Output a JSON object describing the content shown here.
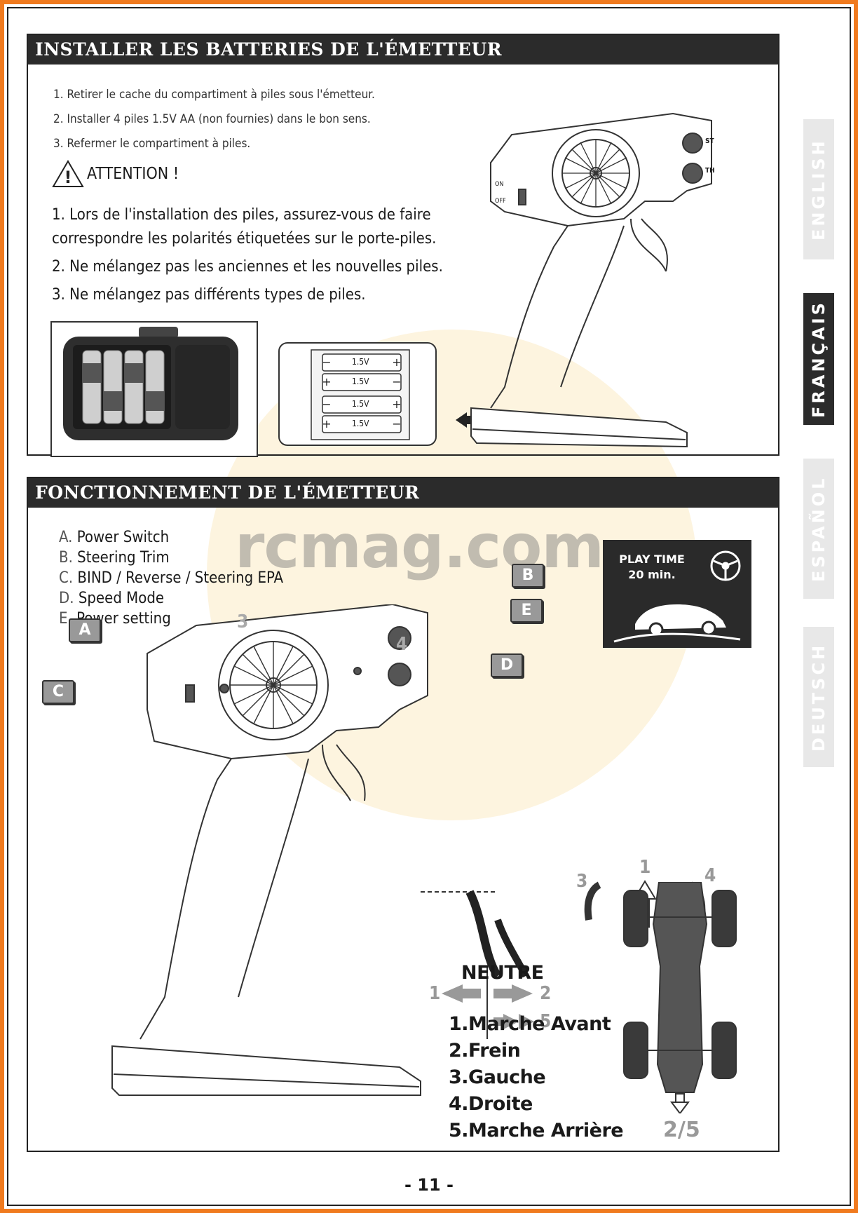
{
  "section1": {
    "title": "INSTALLER LES BATTERIES DE L'ÉMETTEUR",
    "steps": [
      "1. Retirer le cache du compartiment à piles sous l'émetteur.",
      "2. Installer 4 piles 1.5V AA (non fournies) dans le bon sens.",
      "3. Refermer le compartiment à piles."
    ],
    "warning_title": "ATTENTION !",
    "warnings": [
      "1. Lors de l'installation des piles, assurez-vous de faire",
      "correspondre les polarités étiquetées sur le porte-piles.",
      "2. Ne mélangez pas les anciennes et les nouvelles piles.",
      "3. Ne mélangez pas différents types de piles."
    ],
    "battery_label": "1.5V",
    "switch_on": "ON",
    "switch_off": "OFF",
    "knob_st": "ST",
    "knob_th": "TH"
  },
  "section2": {
    "title": "FONCTIONNEMENT DE L'ÉMETTEUR",
    "features": [
      {
        "key": "A.",
        "label": "Power Switch"
      },
      {
        "key": "B.",
        "label": "Steering Trim"
      },
      {
        "key": "C.",
        "label": "BIND / Reverse / Steering EPA"
      },
      {
        "key": "D.",
        "label": "Speed Mode"
      },
      {
        "key": "E.",
        "label": "Power setting"
      }
    ],
    "play_time_line1": "PLAY TIME",
    "play_time_line2": "20 min.",
    "callouts": [
      "A",
      "B",
      "C",
      "D",
      "E"
    ],
    "neutral": "NEUTRE",
    "controls": [
      "1.Marche Avant",
      "2.Frein",
      "3.Gauche",
      "4.Droite",
      "5.Marche Arrière"
    ],
    "arrow_labels": {
      "fwd": "1",
      "left": "3",
      "right": "4",
      "back": "2/5",
      "t1": "1",
      "t2": "2",
      "t5": "5",
      "wheel3": "3",
      "wheel4": "4"
    }
  },
  "watermark": "rcmag.com",
  "language_tabs": [
    "ENGLISH",
    "FRANÇAIS",
    "ESPAÑOL",
    "DEUTSCH"
  ],
  "page_number": "- 11 -"
}
